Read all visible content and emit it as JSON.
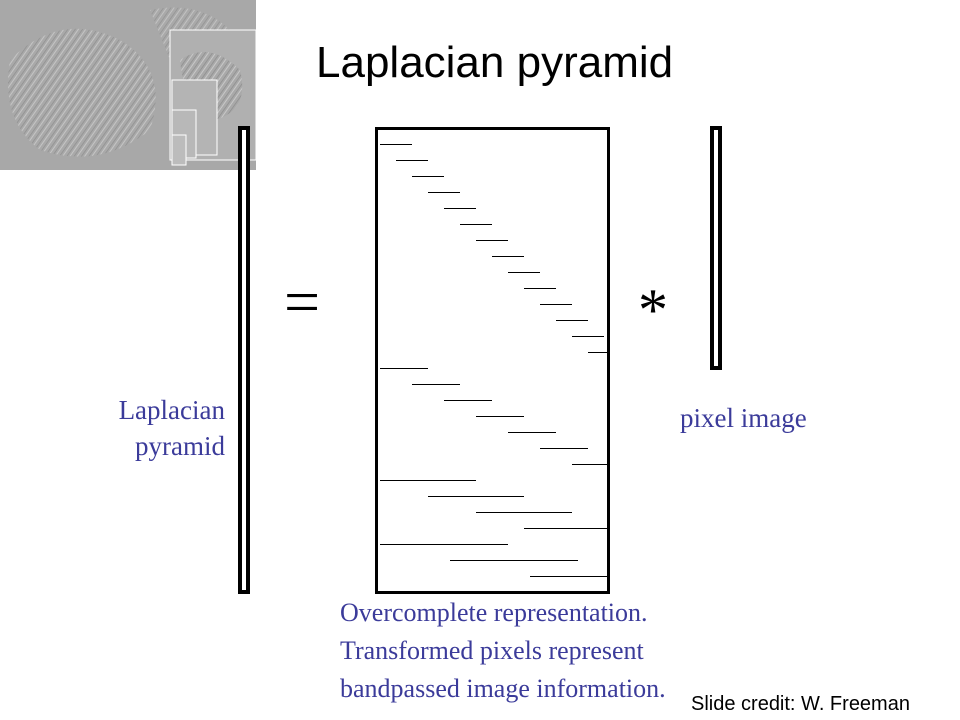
{
  "title": "Laplacian pyramid",
  "labels": {
    "laplacian_pyramid": [
      "Laplacian",
      "pyramid"
    ],
    "pixel_image": "pixel image",
    "equals": "=",
    "times": "*"
  },
  "caption": [
    "Overcomplete representation.",
    "Transformed pixels represent",
    "bandpassed image information."
  ],
  "credit": "Slide credit: W. Freeman",
  "colors": {
    "caption": "#3b3b9a",
    "thumbnail_gray": "#a8a8a8"
  },
  "icons": {
    "thumbnail": "laplacian-pyramid-image-stack"
  }
}
